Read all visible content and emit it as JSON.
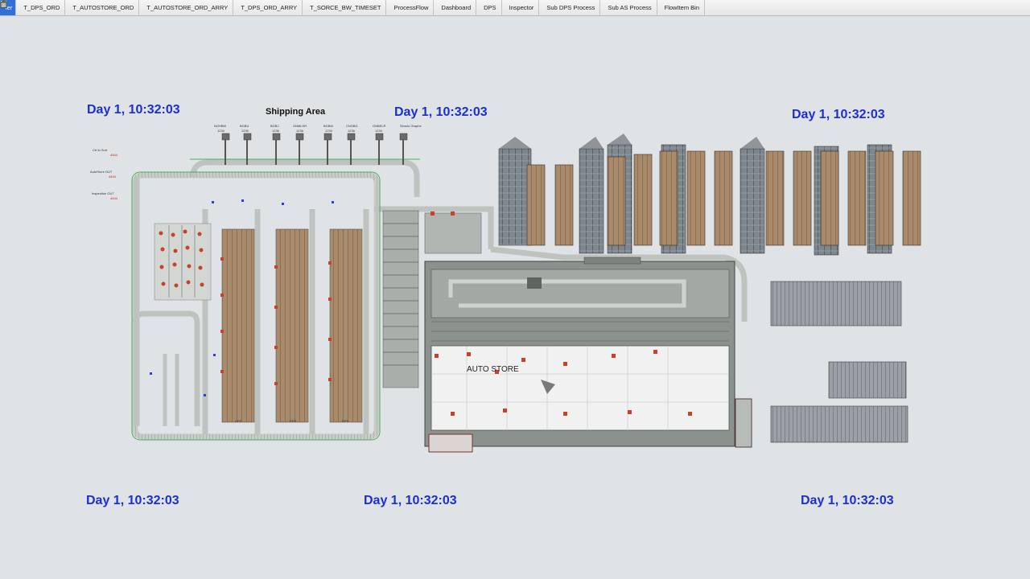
{
  "tabs": [
    {
      "label": "ler",
      "icon": "sheet-icon",
      "active": true
    },
    {
      "label": "T_DPS_ORD",
      "icon": "table-icon"
    },
    {
      "label": "T_AUTOSTORE_ORD",
      "icon": "table-icon"
    },
    {
      "label": "T_AUTOSTORE_ORD_ARRY",
      "icon": "table-icon"
    },
    {
      "label": "T_DPS_ORD_ARRY",
      "icon": "table-icon"
    },
    {
      "label": "T_SORCE_BW_TIMESET",
      "icon": "table-icon"
    },
    {
      "label": "ProcessFlow",
      "icon": "process-flow-icon"
    },
    {
      "label": "Dashboard",
      "icon": "dashboard-icon"
    },
    {
      "label": "DPS",
      "icon": "dashboard-icon"
    },
    {
      "label": "Inspector",
      "icon": "dashboard-icon"
    },
    {
      "label": "Sub DPS Process",
      "icon": "sub-process-icon"
    },
    {
      "label": "Sub AS Process",
      "icon": "sub-process-icon"
    },
    {
      "label": "FlowItem Bin",
      "icon": "flowitem-bin-icon"
    }
  ],
  "clocks": {
    "top_left": "Day 1, 10:32:03",
    "top_center": "Day 1, 10:32:03",
    "top_right": "Day 1, 10:32:03",
    "bottom_left": "Day 1, 10:32:03",
    "bottom_center": "Day 1, 10:32:03",
    "bottom_right": "Day 1, 10:32:03"
  },
  "model": {
    "shipping_area_title": "Shipping Area",
    "autostore_label": "AUTO STORE"
  },
  "colors": {
    "tab_active": "#2f6fd8",
    "clock_text": "#1b2fd1",
    "background": "#dfe3e5"
  }
}
